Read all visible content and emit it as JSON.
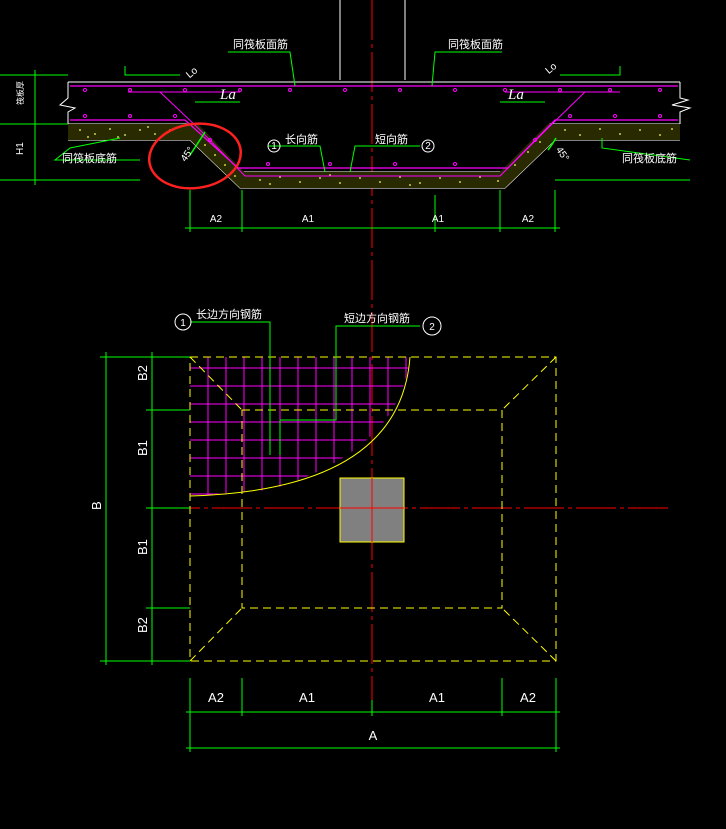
{
  "section": {
    "top_rebar_left": "同筏板面筋",
    "top_rebar_right": "同筏板面筋",
    "bottom_rebar_left": "同筏板底筋",
    "bottom_rebar_right": "同筏板底筋",
    "long_bar": "长向筋",
    "short_bar": "短向筋",
    "marker_1": "1",
    "marker_2": "2",
    "la_left": "La",
    "la_right": "La",
    "lo_left": "Lo",
    "lo_right": "Lo",
    "angle_left": "45°",
    "angle_right": "45°",
    "thickness": "筏板厚",
    "h1": "H1",
    "dim_a2_left": "A2",
    "dim_a1_left": "A1",
    "dim_a1_right": "A1",
    "dim_a2_right": "A2"
  },
  "plan": {
    "long_dir_rebar": "长边方向钢筋",
    "short_dir_rebar": "短边方向钢筋",
    "marker_1": "1",
    "marker_2": "2",
    "dim_b": "B",
    "dim_b2_top": "B2",
    "dim_b1_top": "B1",
    "dim_b1_bottom": "B1",
    "dim_b2_bottom": "B2",
    "dim_a2_left": "A2",
    "dim_a1_left": "A1",
    "dim_a1_right": "A1",
    "dim_a2_right": "A2",
    "dim_a": "A"
  },
  "colors": {
    "background": "#000000",
    "dimension": "#00ff00",
    "rebar": "#ff00ff",
    "outline": "#ffff00",
    "axis": "#ff0000",
    "column": "#808080",
    "highlight": "#ff2020"
  }
}
